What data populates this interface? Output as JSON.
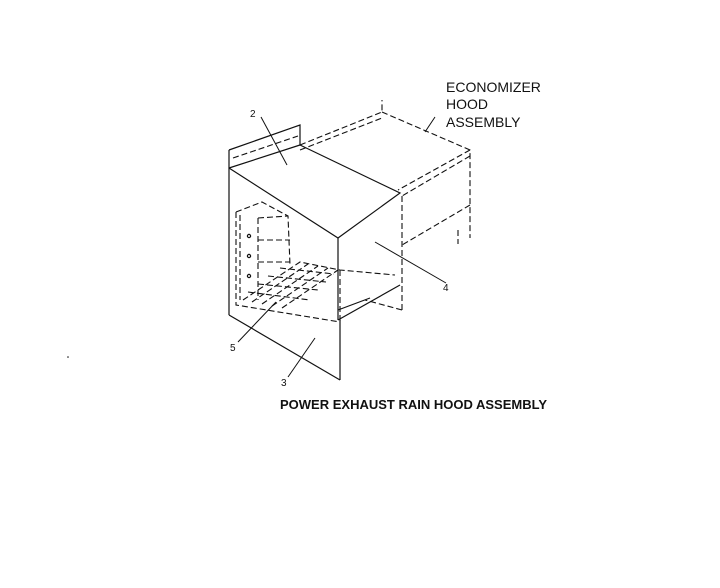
{
  "diagram": {
    "economizer_label_line1": "ECONOMIZER",
    "economizer_label_line2": "HOOD",
    "economizer_label_line3": "ASSEMBLY",
    "part_2": "2",
    "part_3": "3",
    "part_4": "4",
    "part_5": "5",
    "caption": "POWER EXHAUST RAIN HOOD ASSEMBLY"
  },
  "colors": {
    "ink": "#111111",
    "paper": "#ffffff"
  }
}
